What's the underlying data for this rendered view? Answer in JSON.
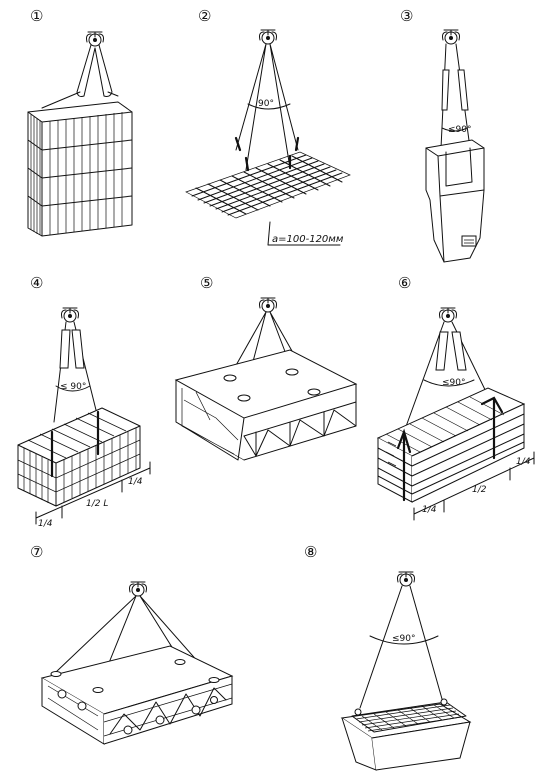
{
  "panels": [
    {
      "id": "1",
      "number": "①"
    },
    {
      "id": "2",
      "number": "②",
      "angle_label": "90°",
      "dimension_label": "a=100-120мм"
    },
    {
      "id": "3",
      "number": "③",
      "angle_label": "≤90°"
    },
    {
      "id": "4",
      "number": "④",
      "angle_label": "≤ 90°",
      "dims": [
        "1/4",
        "1/2 L",
        "1/4"
      ]
    },
    {
      "id": "5",
      "number": "⑤"
    },
    {
      "id": "6",
      "number": "⑥",
      "angle_label": "≤90°",
      "dims": [
        "1/4",
        "1/2",
        "1/4"
      ]
    },
    {
      "id": "7",
      "number": "⑦"
    },
    {
      "id": "8",
      "number": "⑧",
      "angle_label": "≤90°"
    }
  ]
}
